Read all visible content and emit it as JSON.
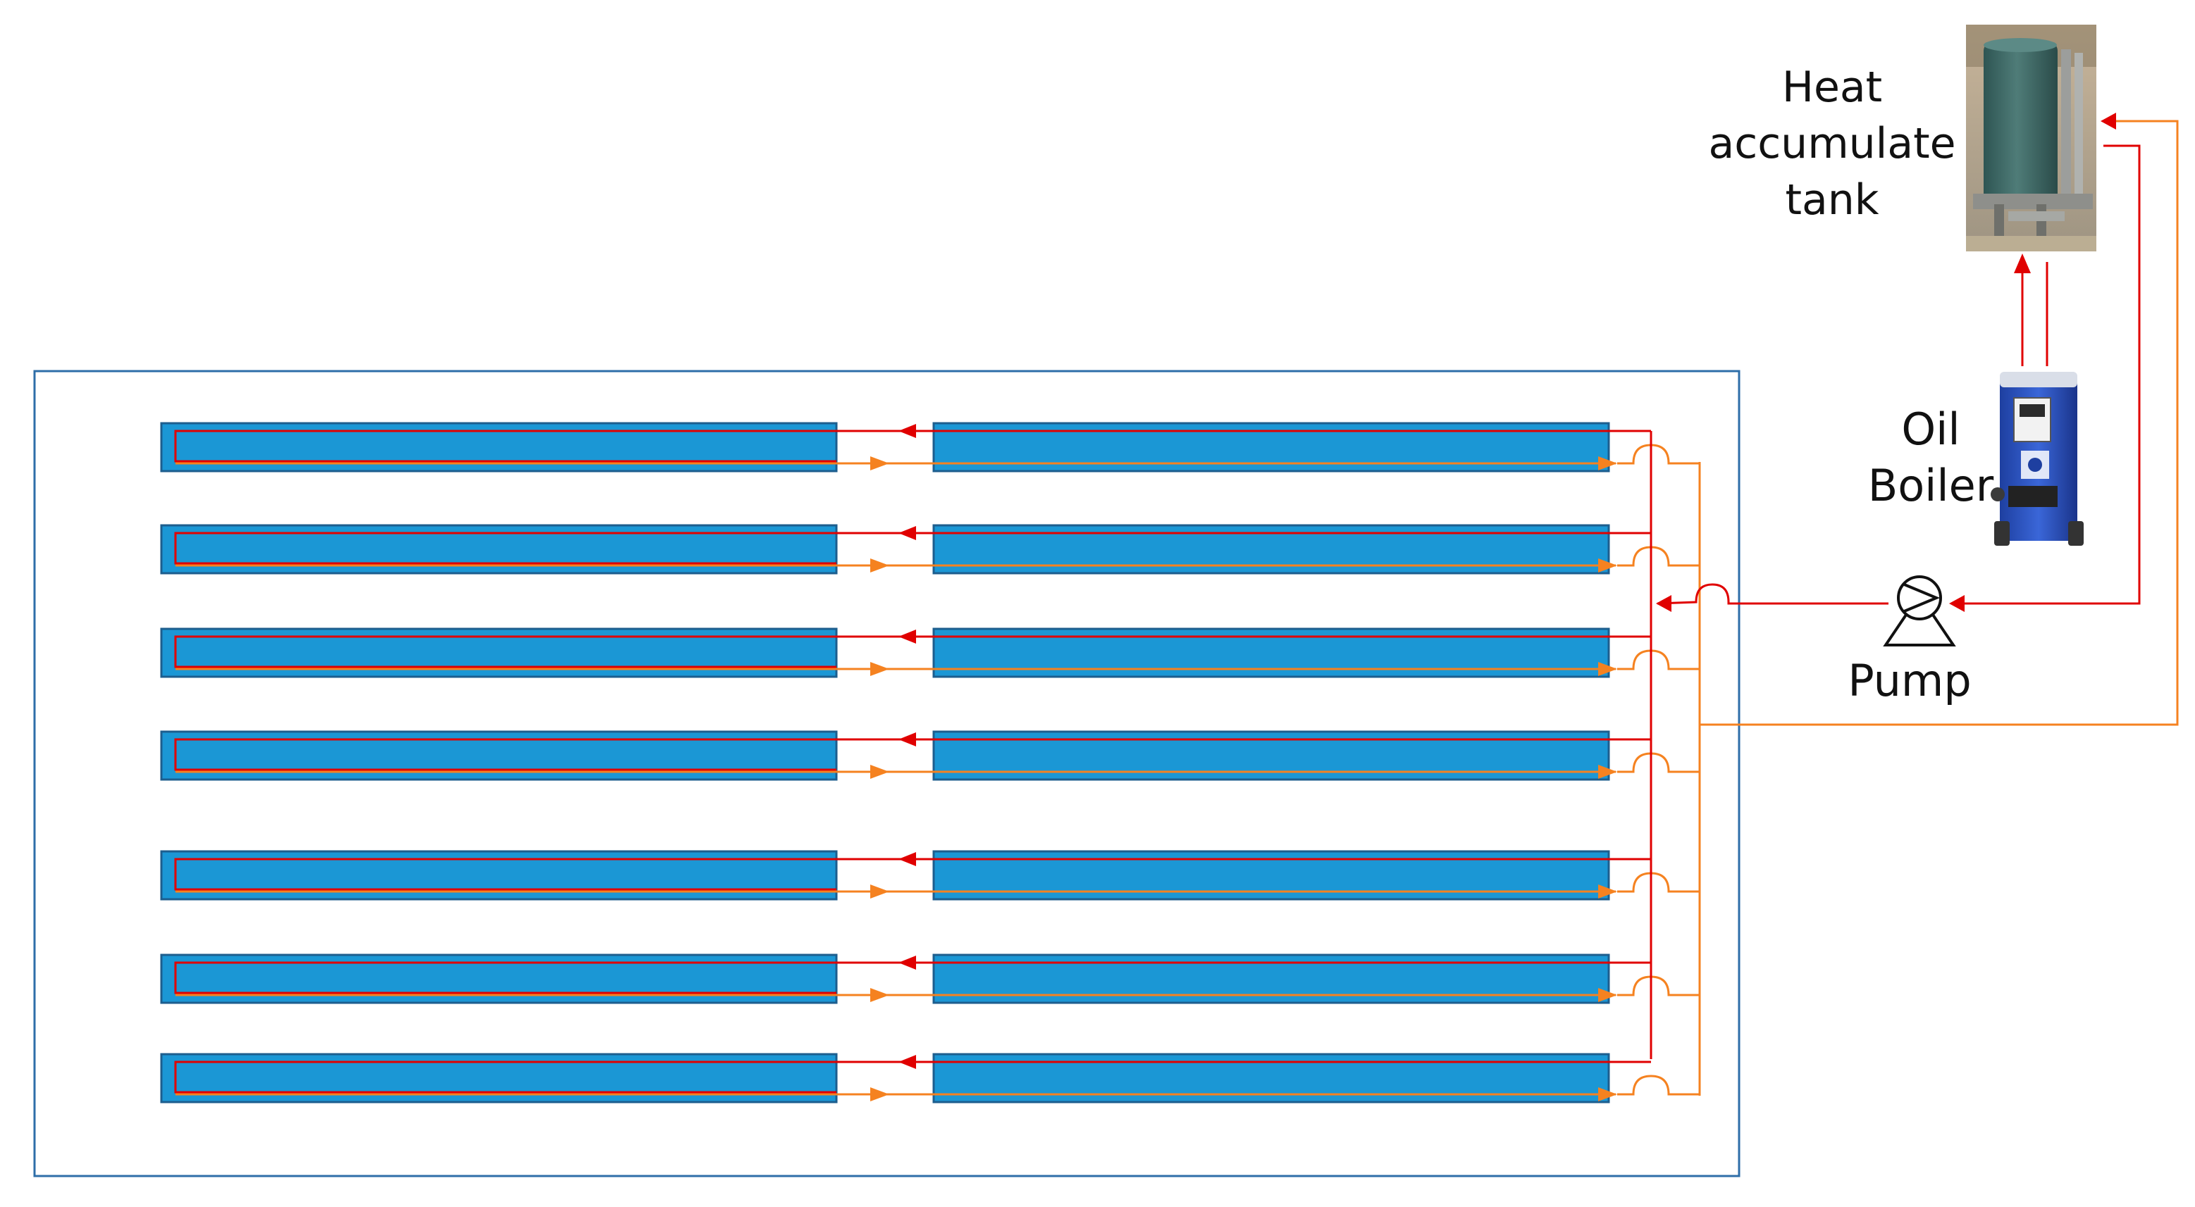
{
  "labels": {
    "tank": "Heat accumulate tank",
    "boiler": "Oil Boiler",
    "pump": "Pump"
  },
  "components": {
    "tank_icon": "water-tank-photo-icon",
    "boiler_icon": "oil-boiler-photo-icon",
    "pump_icon": "pump-symbol-icon"
  },
  "panel_rows": 7,
  "panels_per_row": 2,
  "colors": {
    "enclosure": "#2E6EA8",
    "panel_fill": "#1B97D5",
    "panel_border": "#1D5E8E",
    "supply_line": "#E00000",
    "return_line": "#F58220"
  }
}
